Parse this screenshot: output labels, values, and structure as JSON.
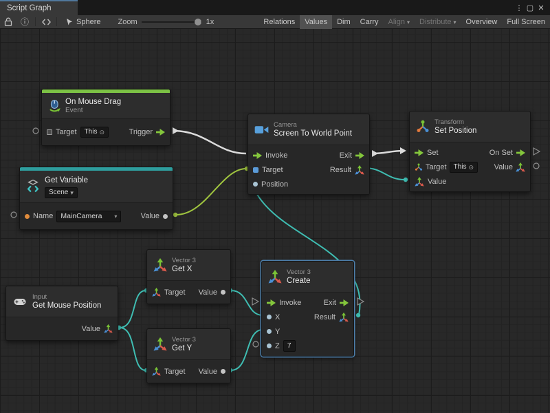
{
  "window": {
    "tab_title": "Script Graph"
  },
  "icons": {
    "menu": "⋮",
    "maximize": "▢",
    "close": "✕",
    "info": "ⓘ",
    "dropdown": "▾",
    "object_picker": "⊙"
  },
  "toolbar": {
    "graph_owner": "Sphere",
    "zoom_label": "Zoom",
    "zoom_value": "1x",
    "relations": "Relations",
    "values": "Values",
    "dim": "Dim",
    "carry": "Carry",
    "align": "Align",
    "distribute": "Distribute",
    "overview": "Overview",
    "full_screen": "Full Screen"
  },
  "nodes": {
    "on_mouse_drag": {
      "title": "On Mouse Drag",
      "subtitle": "Event",
      "target_label": "Target",
      "target_value": "This",
      "trigger_label": "Trigger"
    },
    "get_variable": {
      "title": "Get Variable",
      "scope": "Scene",
      "name_label": "Name",
      "name_value": "MainCamera",
      "value_label": "Value"
    },
    "screen_to_world_point": {
      "category": "Camera",
      "title": "Screen To World Point",
      "invoke_label": "Invoke",
      "exit_label": "Exit",
      "target_label": "Target",
      "result_label": "Result",
      "position_label": "Position"
    },
    "set_position": {
      "category": "Transform",
      "title": "Set Position",
      "set_label": "Set",
      "on_set_label": "On Set",
      "target_label": "Target",
      "target_value": "This",
      "value_out_label": "Value",
      "value_in_label": "Value"
    },
    "get_x": {
      "category": "Vector 3",
      "title": "Get X",
      "target_label": "Target",
      "value_label": "Value"
    },
    "get_y": {
      "category": "Vector 3",
      "title": "Get Y",
      "target_label": "Target",
      "value_label": "Value"
    },
    "get_mouse_position": {
      "category": "Input",
      "title": "Get Mouse Position",
      "value_label": "Value"
    },
    "create": {
      "category": "Vector 3",
      "title": "Create",
      "invoke_label": "Invoke",
      "exit_label": "Exit",
      "x_label": "X",
      "y_label": "Y",
      "z_label": "Z",
      "z_value": "7",
      "result_label": "Result"
    }
  },
  "connections": [
    {
      "from": "on_mouse_drag.trigger",
      "to": "screen_to_world_point.invoke",
      "kind": "flow"
    },
    {
      "from": "screen_to_world_point.exit",
      "to": "set_position.set",
      "kind": "flow"
    },
    {
      "from": "get_variable.value",
      "to": "screen_to_world_point.target",
      "kind": "value"
    },
    {
      "from": "screen_to_world_point.result",
      "to": "set_position.value_in",
      "kind": "value"
    },
    {
      "from": "create.result",
      "to": "screen_to_world_point.position",
      "kind": "value"
    },
    {
      "from": "get_mouse_position.value",
      "to": "get_x.target",
      "kind": "value"
    },
    {
      "from": "get_mouse_position.value",
      "to": "get_y.target",
      "kind": "value"
    },
    {
      "from": "get_x.value",
      "to": "create.x",
      "kind": "value"
    },
    {
      "from": "get_y.value",
      "to": "create.y",
      "kind": "value"
    }
  ],
  "colors": {
    "flow_port_green": "#84c63c",
    "wire_flow_white": "#dcdcdc",
    "wire_value_teal": "#3fbdb2",
    "wire_value_green": "#9fc43f",
    "event_accent_green": "#7cc245",
    "variable_accent_teal": "#2e9e9e",
    "selection_blue": "#4c7da8",
    "name_port_orange": "#e08c3c"
  }
}
